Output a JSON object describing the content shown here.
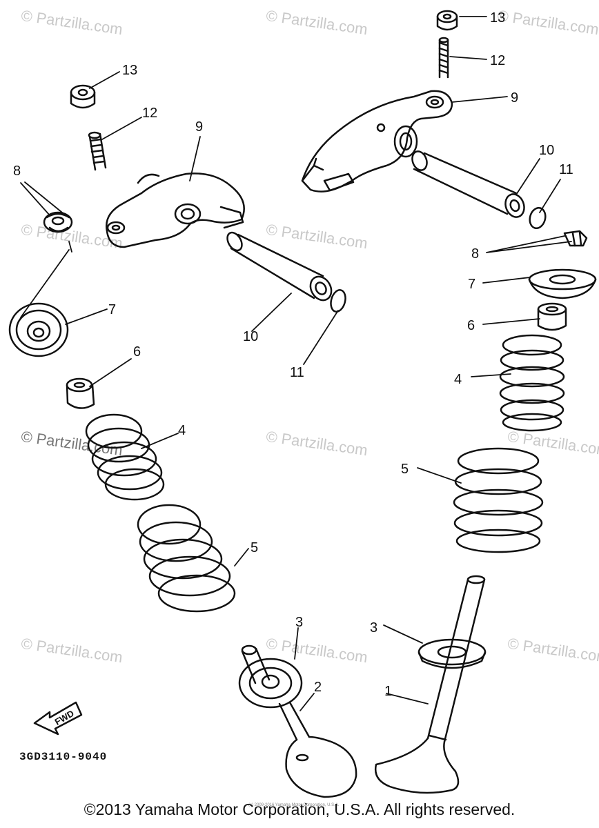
{
  "watermark_text": "© Partzilla.com",
  "callouts": {
    "c1": "1",
    "c2": "2",
    "c3a": "3",
    "c3b": "3",
    "c4a": "4",
    "c4b": "4",
    "c5a": "5",
    "c5b": "5",
    "c6a": "6",
    "c6b": "6",
    "c7a": "7",
    "c7b": "7",
    "c8a": "8",
    "c8b": "8",
    "c9a": "9",
    "c9b": "9",
    "c10a": "10",
    "c10b": "10",
    "c11a": "11",
    "c11b": "11",
    "c12a": "12",
    "c12b": "12",
    "c13a": "13",
    "c13b": "13"
  },
  "fwd_label": "FWD",
  "diagram_ref": "3GD3110-9040",
  "copyright": "©2013 Yamaha Motor Corporation, U.S.A. All rights reserved.",
  "fine_print": "(c) 2009-2016 Yamaha Motor Corporation, U.S.A."
}
